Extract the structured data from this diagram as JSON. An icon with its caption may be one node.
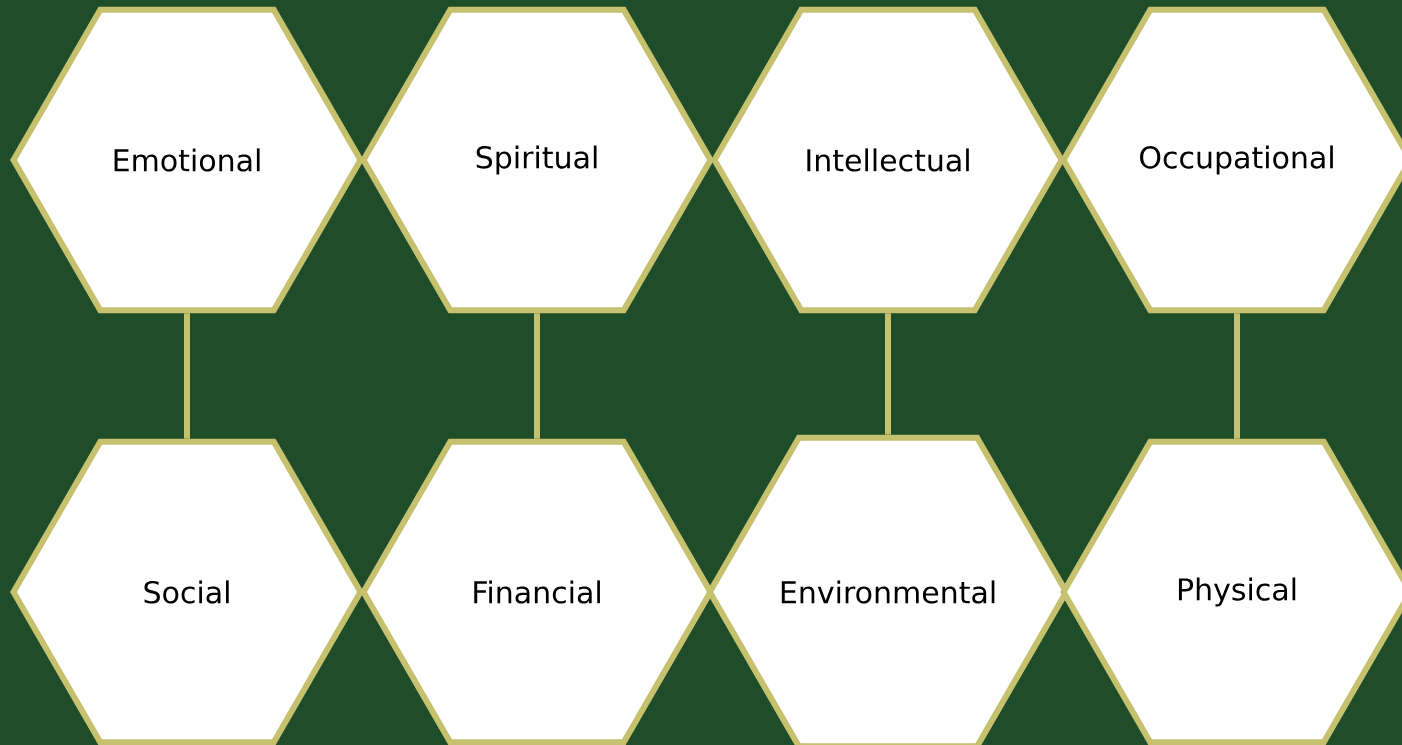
{
  "diagram": {
    "nodes": [
      {
        "text": [
          "Emotional"
        ]
      },
      {
        "text": [
          "Spiritual"
        ]
      },
      {
        "text": [
          "Intellectual"
        ]
      },
      {
        "text": [
          "Occupational"
        ]
      },
      {
        "text": [
          "Social"
        ]
      },
      {
        "text": [
          "Financial"
        ]
      },
      {
        "text": [
          "Environmental"
        ]
      },
      {
        "text": [
          "Physical"
        ]
      }
    ],
    "edges": [
      {
        "from": 0,
        "to": 4,
        "arrow": "none"
      },
      {
        "from": 1,
        "to": 5,
        "arrow": "none"
      },
      {
        "from": 2,
        "to": 6,
        "arrow": "none"
      },
      {
        "from": 3,
        "to": 7,
        "arrow": "none"
      }
    ]
  }
}
